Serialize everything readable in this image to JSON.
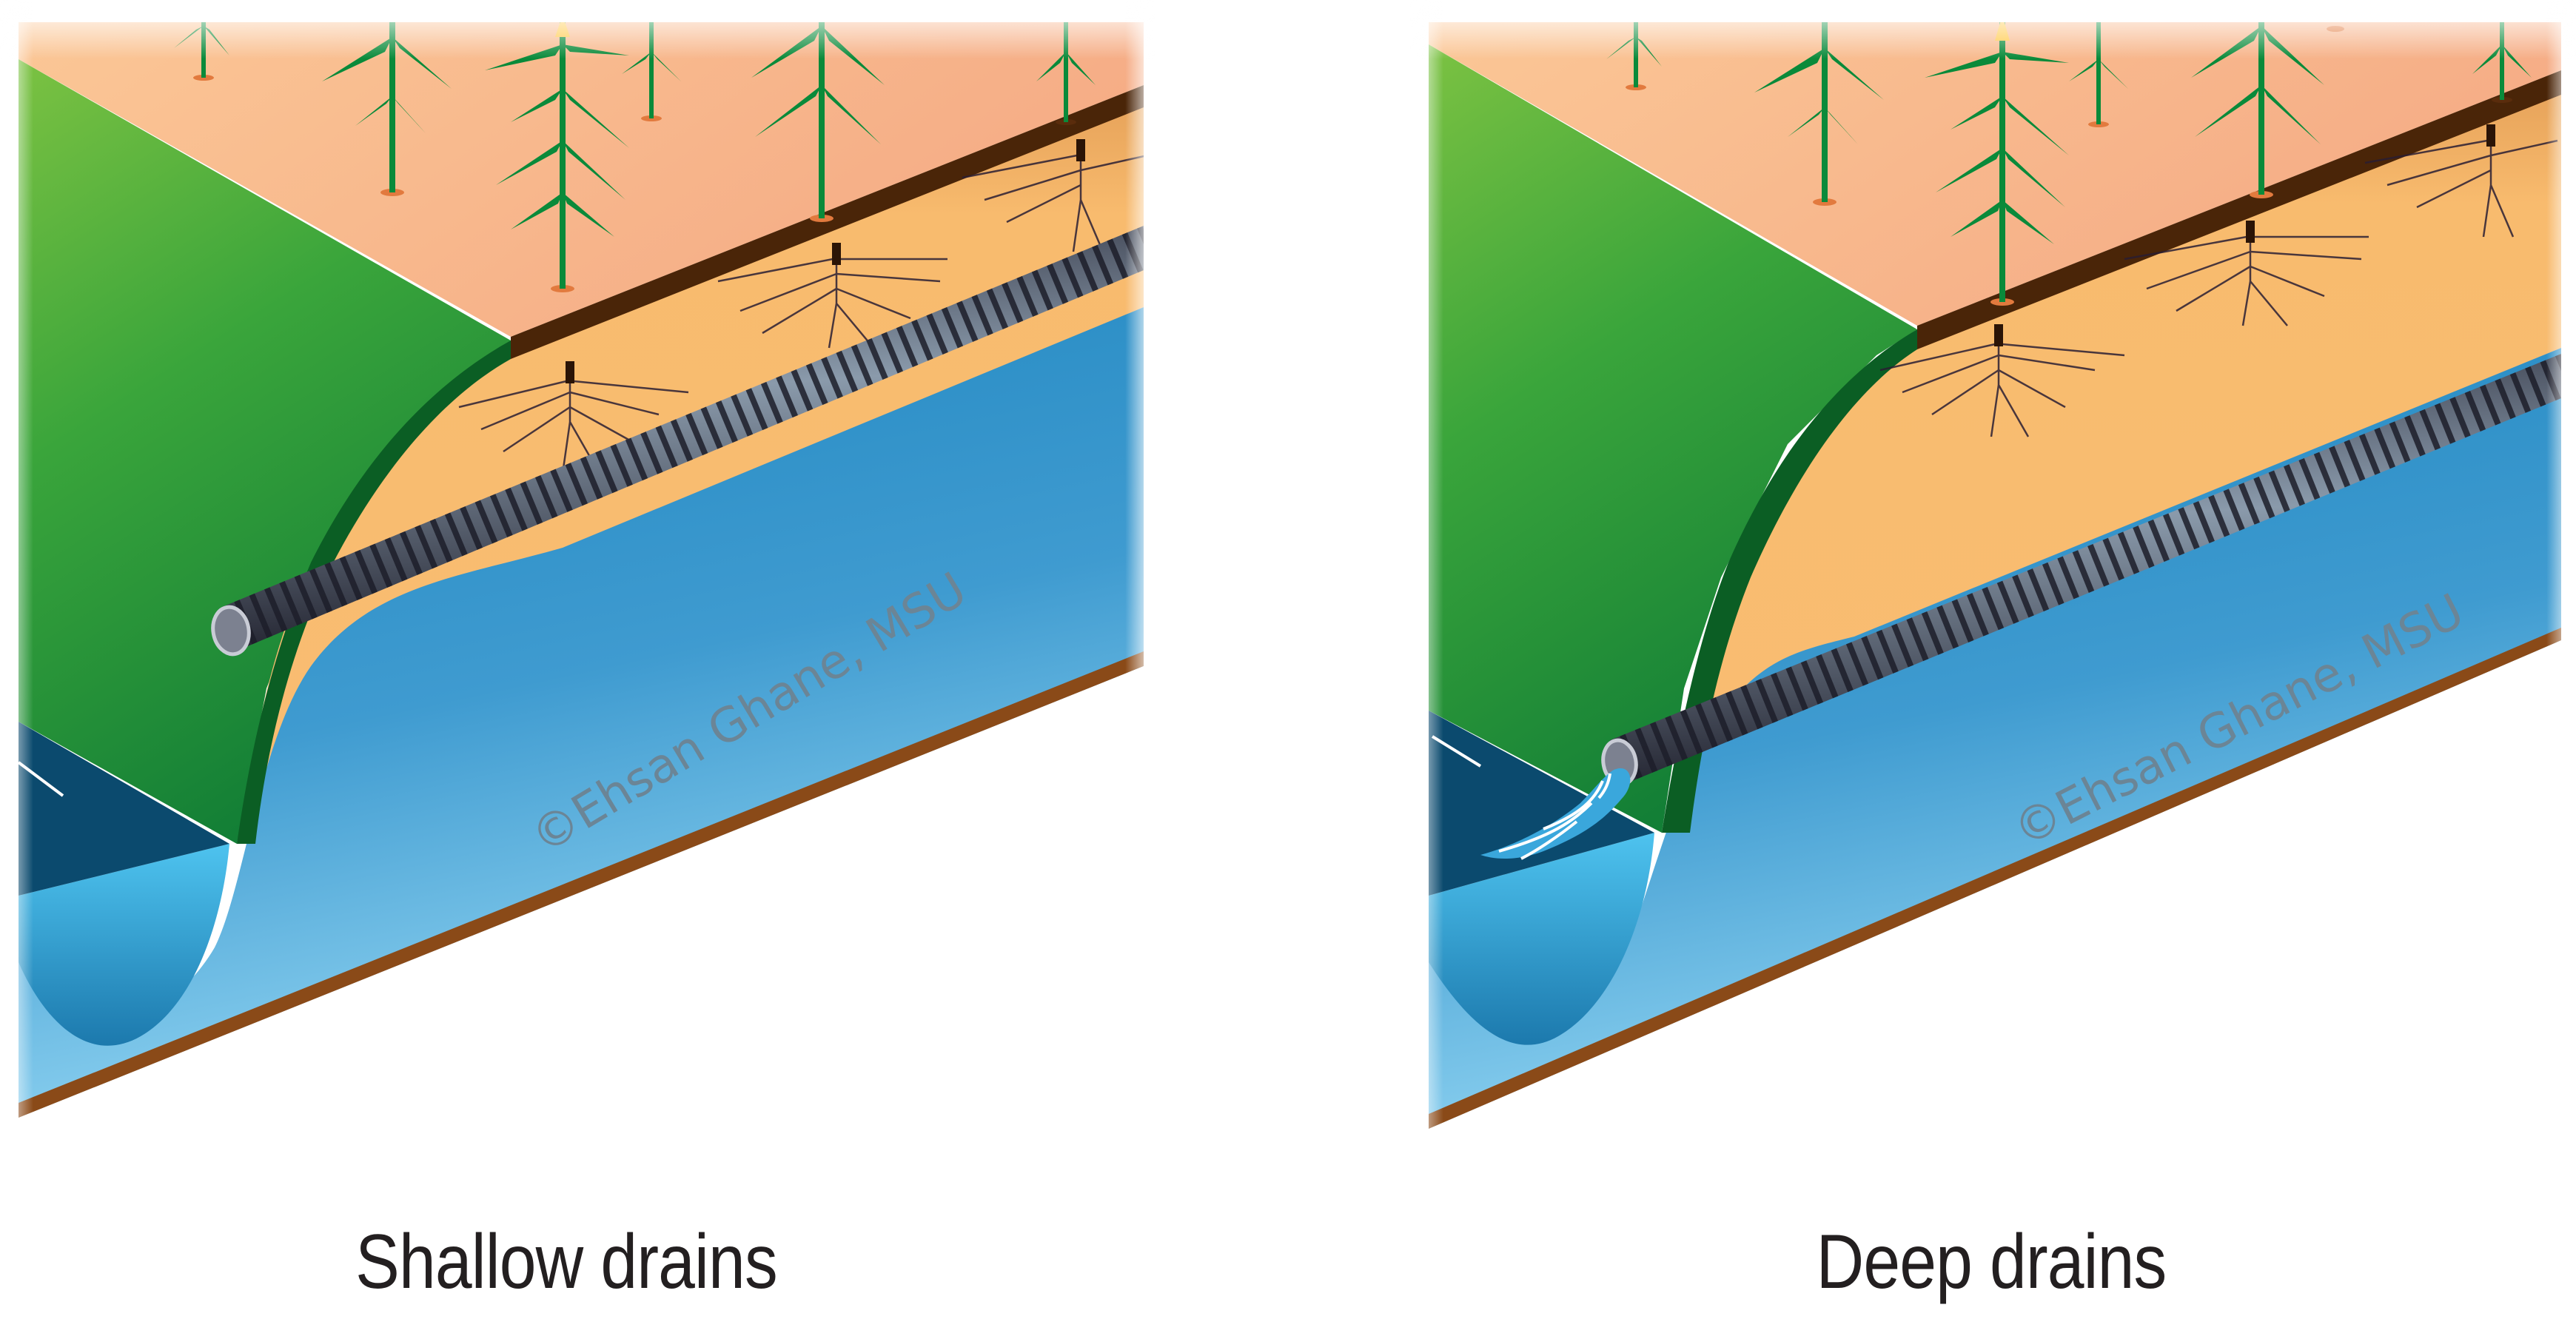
{
  "figure": {
    "panels": [
      {
        "id": "shallow",
        "caption": "Shallow drains",
        "watermark": "©Ehsan Ghane, MSU",
        "drain_depth": "shallow",
        "outlet_flowing": false
      },
      {
        "id": "deep",
        "caption": "Deep drains",
        "watermark": "©Ehsan Ghane, MSU",
        "drain_depth": "deep",
        "outlet_flowing": true
      }
    ],
    "legend_elements": [
      "corn-plant",
      "root-system",
      "topsoil-layer",
      "subsoil",
      "water-table",
      "corrugated-drain-pipe",
      "ditch-bank-grass",
      "ditch-water"
    ],
    "colors": {
      "field_surface": "#f7b48a",
      "topsoil_strip": "#4a2508",
      "subsoil": "#f8bb6e",
      "grass_light": "#8dc63f",
      "grass_dark": "#0f8a3c",
      "bank_edge": "#0b5e24",
      "water_deep": "#1f87c0",
      "water_light": "#8fd3f0",
      "ditch_shadow": "#0b4a6e",
      "pipe_dark": "#2a2c3a",
      "pipe_light": "#8a9aab",
      "bottom_edge": "#7a3c0e",
      "corn_green": "#0a8a3a",
      "tassel": "#ffc845",
      "watermark": "#6b8596"
    }
  }
}
